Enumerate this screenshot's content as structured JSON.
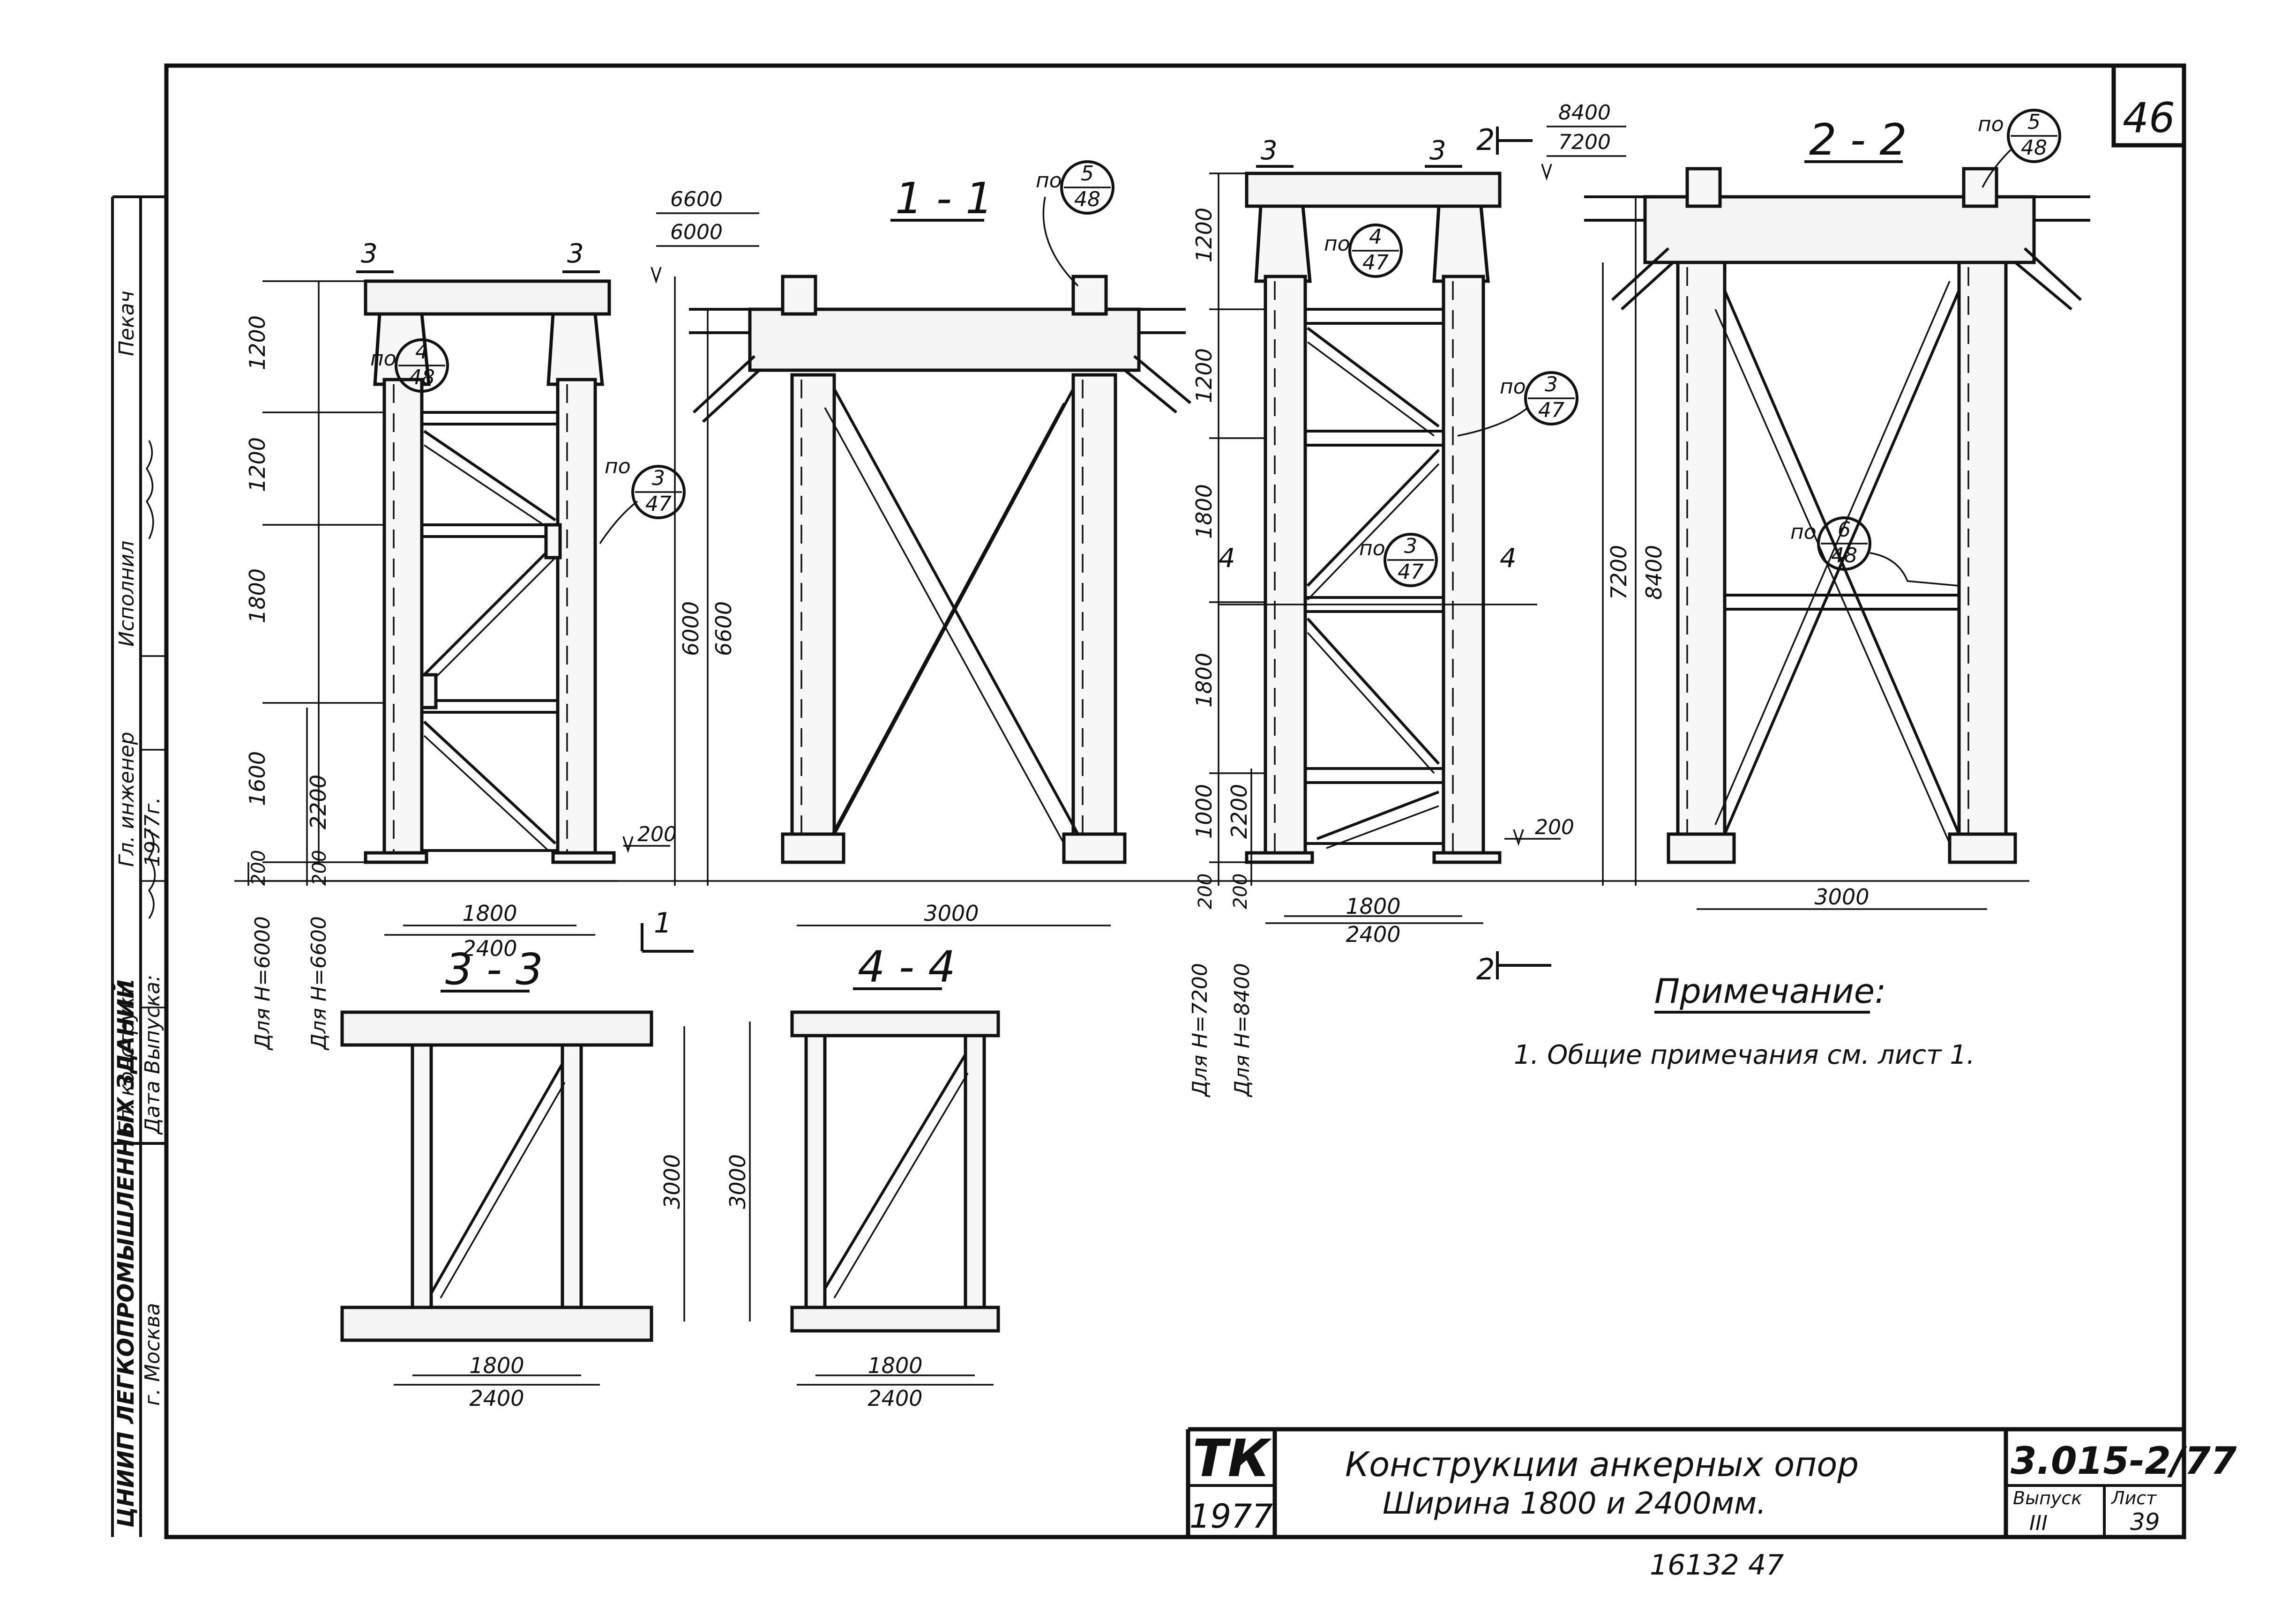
{
  "sheet": {
    "corner_sheet_no": "46",
    "bottom_note": "16132   47"
  },
  "left_stamp": {
    "org": "ЦНИИП ЛЕГКОПРОМЫШЛЕННЫХ ЗДАНИЙ",
    "city": "г. Москва",
    "roles": [
      "Гл. конструкт.",
      "Гл. инженер",
      "Исполнил",
      "Пекач"
    ],
    "release_label": "Дата Выпуска:",
    "year": "1977г."
  },
  "views": {
    "v11": {
      "title": "1 - 1",
      "dims": [
        "6000",
        "6600",
        "3000"
      ],
      "levels": [
        "6600",
        "6000"
      ],
      "callout_ref": {
        "prefix": "по",
        "top": "5",
        "bottom": "48"
      }
    },
    "v22": {
      "title": "2 - 2",
      "dims": [
        "7200",
        "8400",
        "3000"
      ],
      "callout_ref": {
        "prefix": "по",
        "top": "5",
        "bottom": "48"
      },
      "mid_ref": {
        "prefix": "по",
        "top": "6",
        "bottom": "48"
      }
    },
    "v33": {
      "title": "3 - 3",
      "dims": [
        "3000",
        "1800",
        "2400"
      ]
    },
    "v44": {
      "title": "4 - 4",
      "dims": [
        "3000",
        "1800",
        "2400"
      ]
    },
    "left_elev": {
      "vert_dims": [
        "1200",
        "1200",
        "1800",
        "1600",
        "200",
        "2200",
        "200"
      ],
      "base_dims": [
        "1800",
        "2400"
      ],
      "level": "200",
      "ref_a": {
        "prefix": "по",
        "top": "4",
        "bottom": "48"
      },
      "ref_b": {
        "prefix": "по",
        "top": "3",
        "bottom": "47"
      },
      "label_h1": "Для Н=6000",
      "label_h2": "Для Н=6600",
      "cut_marks": [
        "3",
        "3",
        "1"
      ]
    },
    "right_elev": {
      "vert_dims": [
        "1200",
        "1200",
        "1800",
        "1800",
        "1000",
        "2200",
        "200",
        "200"
      ],
      "base_dims": [
        "1800",
        "2400"
      ],
      "level": "200",
      "levels": [
        "8400",
        "7200"
      ],
      "ref_a": {
        "prefix": "по",
        "top": "4",
        "bottom": "47"
      },
      "ref_b": {
        "prefix": "по",
        "top": "3",
        "bottom": "47"
      },
      "ref_c": {
        "prefix": "по",
        "top": "3",
        "bottom": "47"
      },
      "label_h1": "Для Н=7200",
      "label_h2": "Для Н=8400",
      "cut_marks": [
        "3",
        "3",
        "2",
        "4",
        "4",
        "2"
      ]
    }
  },
  "note": {
    "heading": "Примечание:",
    "text": "1. Общие примечания см. лист 1."
  },
  "title_block": {
    "logo": "ТК",
    "logo_year": "1977",
    "title_line1": "Конструкции анкерных опор",
    "title_line2": "Ширина 1800 и 2400мм.",
    "code": "3.015-2/77",
    "issue_label": "Выпуск",
    "issue": "III",
    "sheet_label": "Лист",
    "sheet": "39"
  }
}
